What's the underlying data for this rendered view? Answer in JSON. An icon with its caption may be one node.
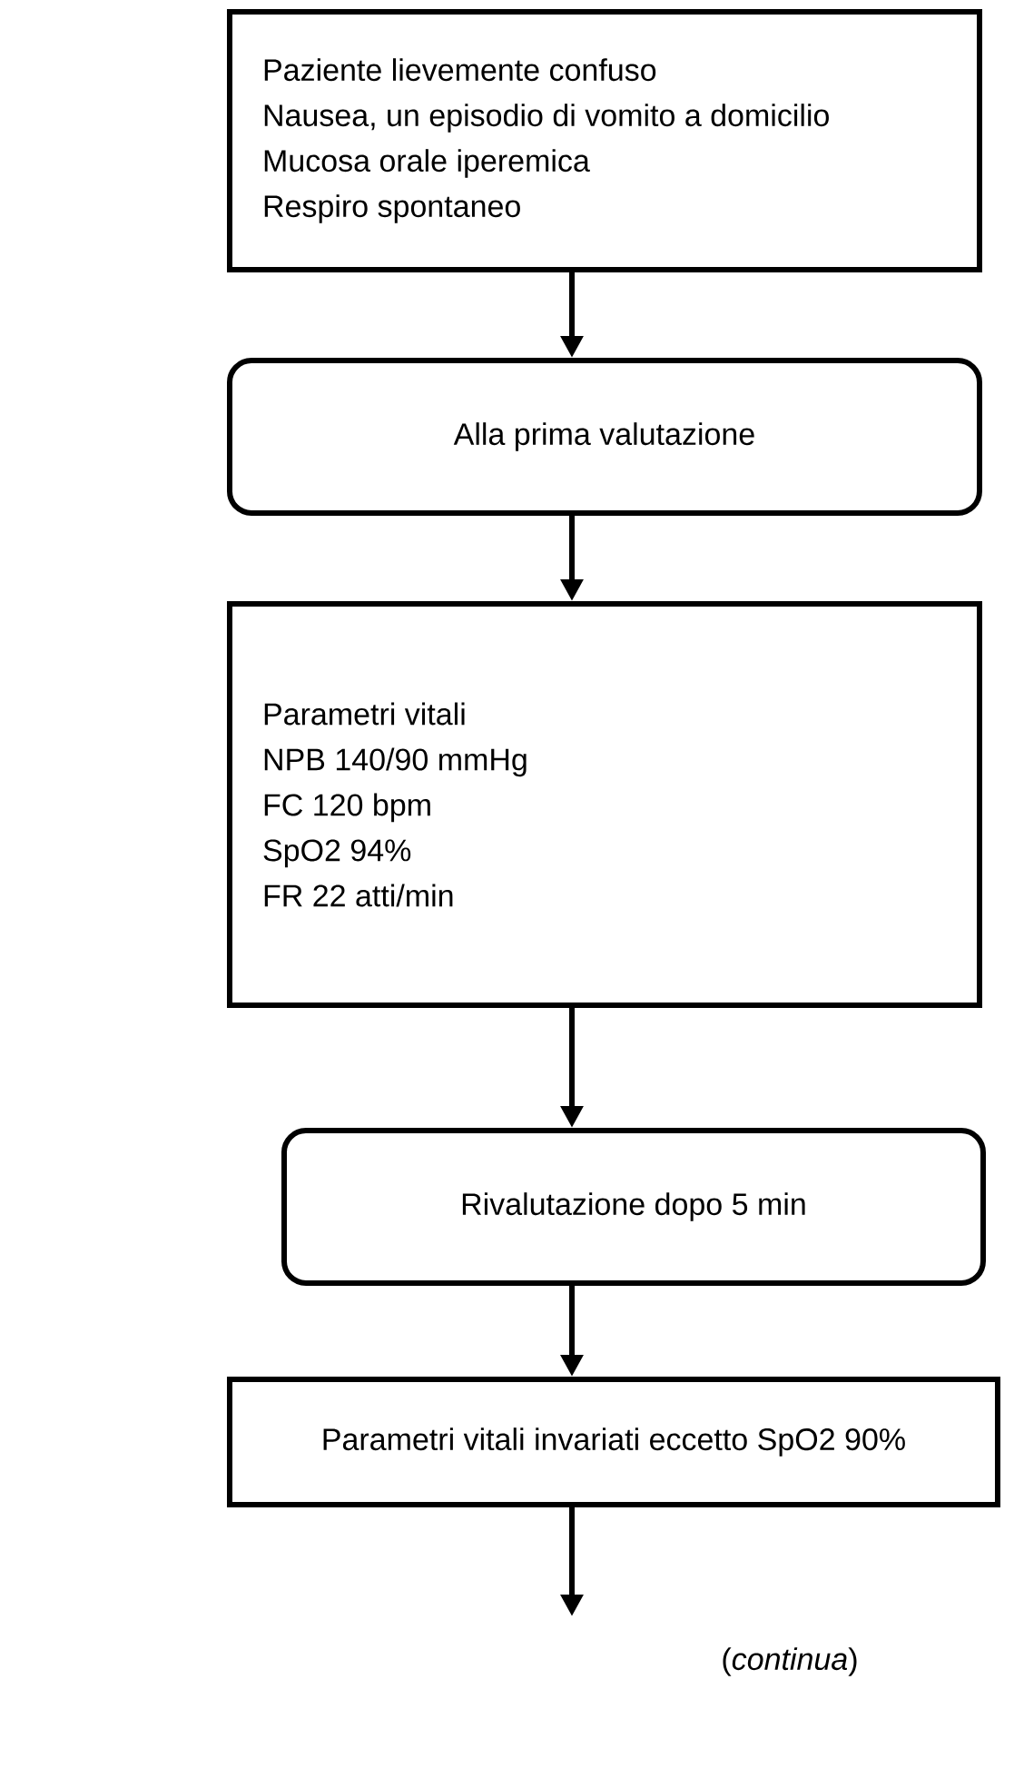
{
  "diagram": {
    "nodes": [
      {
        "text": [
          "Paziente lievemente confuso",
          "Nausea, un episodio di vomito a domicilio",
          "Mucosa orale iperemica",
          "Respiro spontaneo"
        ]
      },
      {
        "text": [
          "Alla prima valutazione"
        ]
      },
      {
        "text": [
          "Parametri vitali",
          "NPB 140/90 mmHg",
          "FC 120 bpm",
          "SpO2 94%",
          "FR 22 atti/min"
        ]
      },
      {
        "text": [
          "Rivalutazione dopo 5 min"
        ]
      },
      {
        "text": [
          "Parametri vitali invariati eccetto SpO2 90%"
        ]
      }
    ],
    "edges": [
      {
        "from": 0,
        "to": 1,
        "arrow": "to"
      },
      {
        "from": 1,
        "to": 2,
        "arrow": "to"
      },
      {
        "from": 2,
        "to": 3,
        "arrow": "to"
      },
      {
        "from": 3,
        "to": 4,
        "arrow": "to"
      },
      {
        "from": 4,
        "to": null,
        "arrow": "to"
      }
    ],
    "labels": [
      "(*continua*)"
    ]
  }
}
